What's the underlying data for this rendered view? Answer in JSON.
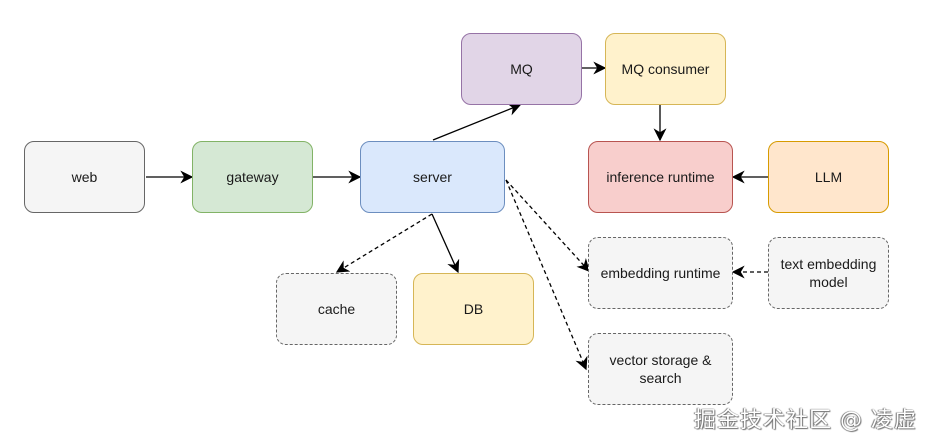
{
  "diagram": {
    "nodes": {
      "web": {
        "label": "web",
        "fill": "#f5f5f5",
        "stroke": "#666666",
        "style": "solid"
      },
      "gateway": {
        "label": "gateway",
        "fill": "#d5e8d4",
        "stroke": "#82b366",
        "style": "solid"
      },
      "server": {
        "label": "server",
        "fill": "#dae8fc",
        "stroke": "#6c8ebf",
        "style": "solid"
      },
      "mq": {
        "label": "MQ",
        "fill": "#e1d5e7",
        "stroke": "#9673a6",
        "style": "solid"
      },
      "mq_consumer": {
        "label": "MQ consumer",
        "fill": "#fff2cc",
        "stroke": "#d6b656",
        "style": "solid"
      },
      "inference_runtime": {
        "label": "inference runtime",
        "fill": "#f8cecc",
        "stroke": "#b85450",
        "style": "solid"
      },
      "llm": {
        "label": "LLM",
        "fill": "#ffe6cc",
        "stroke": "#d79b00",
        "style": "solid"
      },
      "cache": {
        "label": "cache",
        "fill": "#f5f5f5",
        "stroke": "#666666",
        "style": "dashed"
      },
      "db": {
        "label": "DB",
        "fill": "#fff2cc",
        "stroke": "#d6b656",
        "style": "solid"
      },
      "embedding_runtime": {
        "label": "embedding runtime",
        "fill": "#f5f5f5",
        "stroke": "#666666",
        "style": "dashed"
      },
      "text_embedding_model": {
        "label_line1": "text embedding",
        "label_line2": "model",
        "fill": "#f5f5f5",
        "stroke": "#666666",
        "style": "dashed"
      },
      "vector_storage": {
        "label_line1": "vector storage &",
        "label_line2": "search",
        "fill": "#f5f5f5",
        "stroke": "#666666",
        "style": "dashed"
      }
    },
    "edges": [
      {
        "from": "web",
        "to": "gateway",
        "style": "solid"
      },
      {
        "from": "gateway",
        "to": "server",
        "style": "solid"
      },
      {
        "from": "server",
        "to": "mq",
        "style": "solid"
      },
      {
        "from": "mq",
        "to": "mq_consumer",
        "style": "solid"
      },
      {
        "from": "mq_consumer",
        "to": "inference_runtime",
        "style": "solid"
      },
      {
        "from": "llm",
        "to": "inference_runtime",
        "style": "solid"
      },
      {
        "from": "server",
        "to": "cache",
        "style": "dashed"
      },
      {
        "from": "server",
        "to": "db",
        "style": "solid"
      },
      {
        "from": "server",
        "to": "embedding_runtime",
        "style": "dashed"
      },
      {
        "from": "server",
        "to": "vector_storage",
        "style": "dashed"
      },
      {
        "from": "text_embedding_model",
        "to": "embedding_runtime",
        "style": "dashed"
      }
    ]
  },
  "watermark": "掘金技术社区 @ 凌虚"
}
